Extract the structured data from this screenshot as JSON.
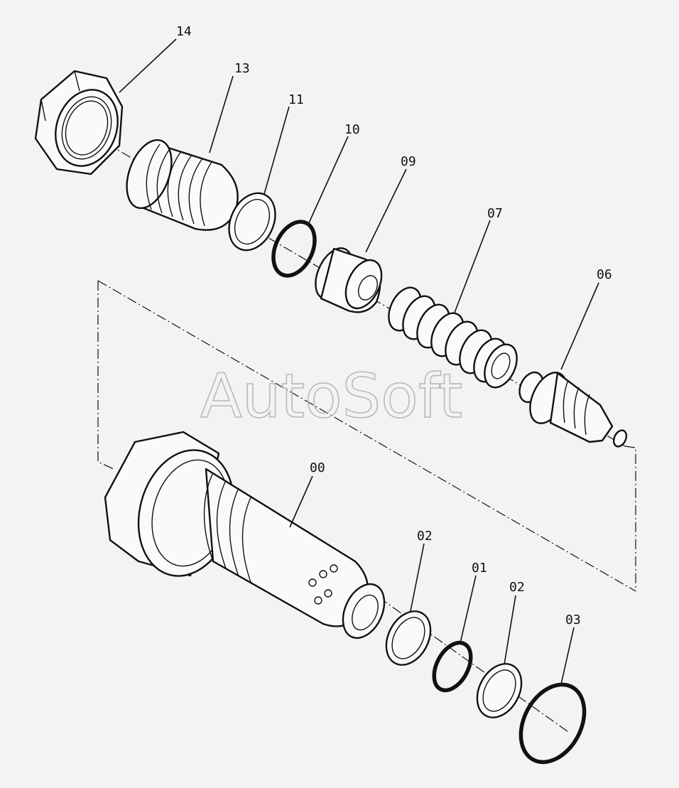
{
  "watermark": "AutoSoft",
  "callouts": {
    "c14": "14",
    "c13": "13",
    "c11": "11",
    "c10": "10",
    "c09": "09",
    "c07": "07",
    "c06": "06",
    "c00": "00",
    "c02a": "02",
    "c01": "01",
    "c02b": "02",
    "c03": "03"
  },
  "icons": {
    "p14": "hex-lock-nut-icon",
    "p13": "threaded-sleeve-icon",
    "p11": "backup-ring-icon",
    "p10": "o-ring-icon",
    "p09": "spring-seat-icon",
    "p07": "coil-spring-icon",
    "p06": "poppet-icon",
    "p00": "valve-body-icon",
    "p02": "backup-ring-icon",
    "p01": "o-ring-icon",
    "p03": "o-ring-large-icon"
  }
}
